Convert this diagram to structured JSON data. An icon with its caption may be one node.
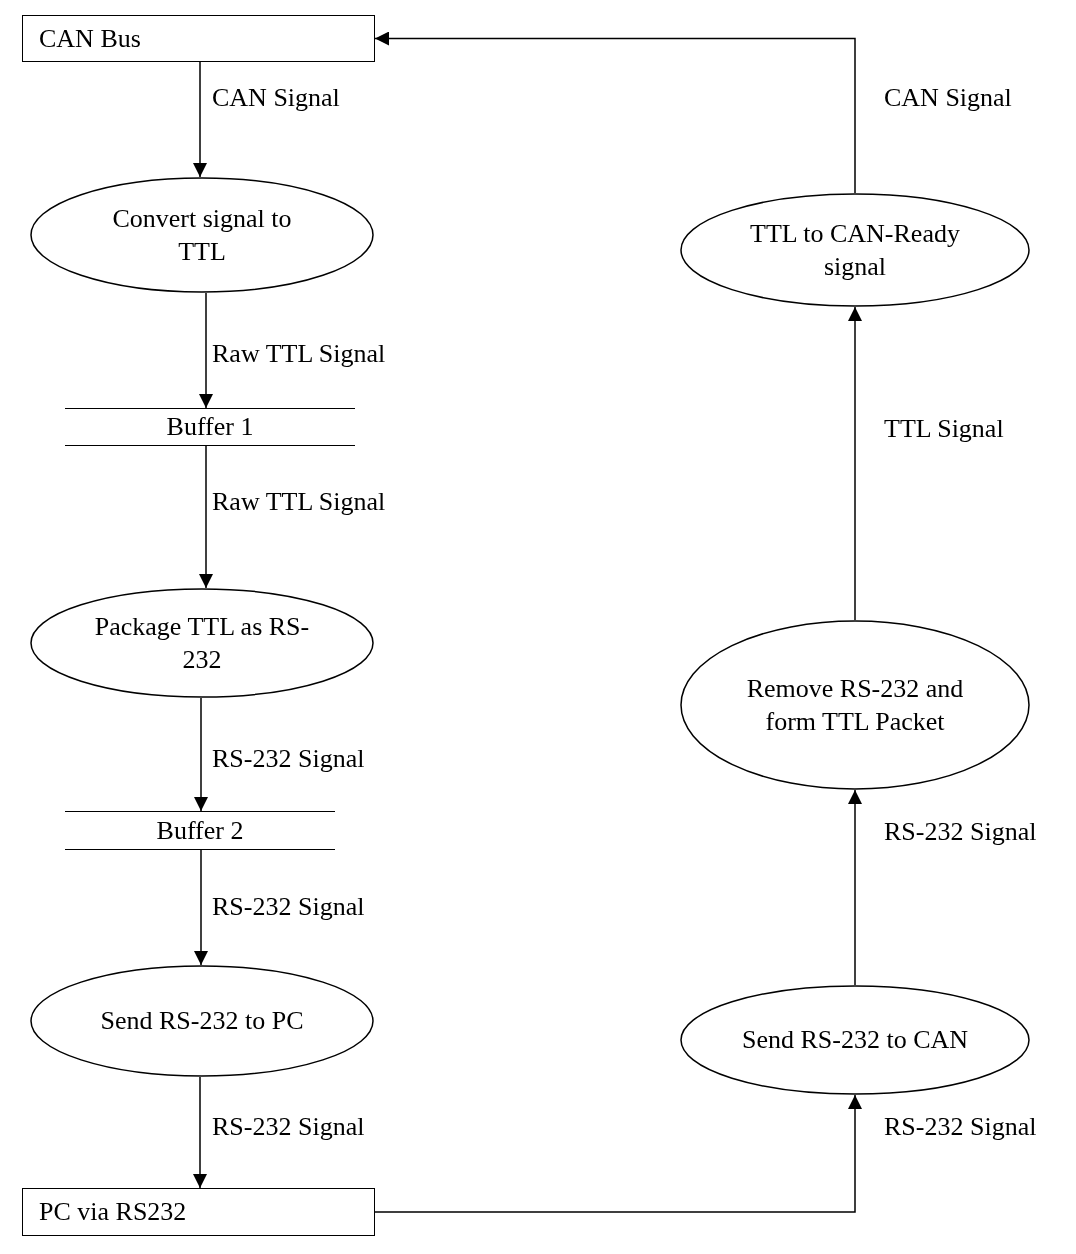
{
  "diagram": {
    "nodes": [
      {
        "text": [
          "CAN Bus"
        ]
      },
      {
        "text": [
          "Convert signal to TTL"
        ]
      },
      {
        "text": [
          "Buffer 1"
        ]
      },
      {
        "text": [
          "Package TTL as RS-232"
        ]
      },
      {
        "text": [
          "Buffer 2"
        ]
      },
      {
        "text": [
          "Send RS-232 to PC"
        ]
      },
      {
        "text": [
          "PC via RS232"
        ]
      },
      {
        "text": [
          "Send RS-232 to CAN"
        ]
      },
      {
        "text": [
          "Remove RS-232 and form TTL Packet"
        ]
      },
      {
        "text": [
          "TTL to CAN-Ready signal"
        ]
      }
    ],
    "edges": [
      {
        "from": 0,
        "to": 1,
        "arrow": "to",
        "label": "CAN Signal"
      },
      {
        "from": 1,
        "to": 2,
        "arrow": "to",
        "label": "Raw TTL Signal"
      },
      {
        "from": 2,
        "to": 3,
        "arrow": "to",
        "label": "Raw TTL Signal"
      },
      {
        "from": 3,
        "to": 4,
        "arrow": "to",
        "label": "RS-232 Signal"
      },
      {
        "from": 4,
        "to": 5,
        "arrow": "to",
        "label": "RS-232 Signal"
      },
      {
        "from": 5,
        "to": 6,
        "arrow": "to",
        "label": "RS-232 Signal"
      },
      {
        "from": 6,
        "to": 7,
        "arrow": "to",
        "label": "RS-232 Signal"
      },
      {
        "from": 7,
        "to": 8,
        "arrow": "to",
        "label": "RS-232 Signal"
      },
      {
        "from": 8,
        "to": 9,
        "arrow": "to",
        "label": "TTL Signal"
      },
      {
        "from": 9,
        "to": 0,
        "arrow": "to",
        "label": "CAN Signal"
      }
    ]
  }
}
